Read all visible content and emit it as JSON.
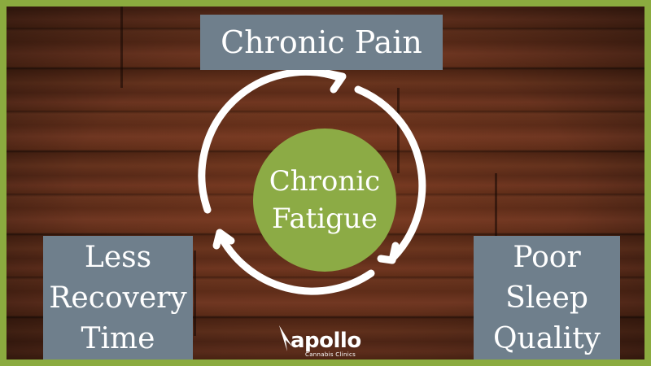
{
  "diagram": {
    "top_label": "Chronic Pain",
    "left_label": "Less\nRecovery\nTime",
    "right_label": "Poor\nSleep\nQuality",
    "center_label": "Chronic\nFatigue"
  },
  "logo": {
    "name": "apollo",
    "tagline": "Cannabis Clinics"
  },
  "colors": {
    "frame_border": "#8bab3f",
    "label_boxes": "#6f7f8c",
    "center_circle": "#8cab45",
    "arrows": "#ffffff",
    "background": "#5a2b17"
  }
}
